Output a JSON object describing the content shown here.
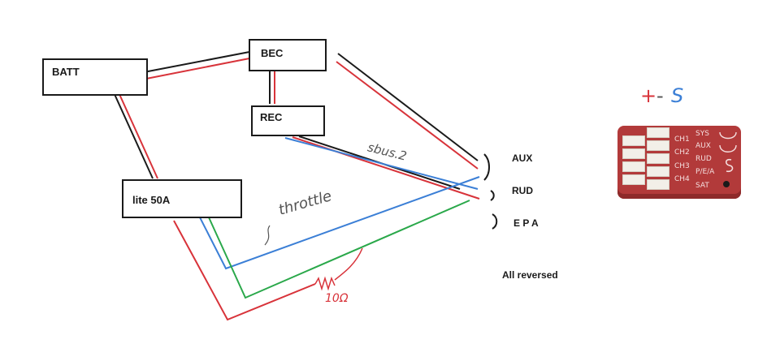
{
  "boxes": {
    "batt": "BATT",
    "bec": "BEC",
    "rec": "REC",
    "esc": "lite 50A"
  },
  "port_labels": {
    "aux": "AUX",
    "rud": "RUD",
    "epa": "E P A"
  },
  "notes": {
    "sbus": "sbus.2",
    "throttle": "throttle",
    "resistor": "10Ω",
    "all_reversed": "All reversed",
    "polarity_plus": "+",
    "polarity_minus": "-",
    "polarity_signal": "S"
  },
  "receiver": {
    "channels": [
      "CH1",
      "CH2",
      "CH3",
      "CH4"
    ],
    "ports": [
      "SYS",
      "AUX",
      "RUD",
      "P/E/A",
      "SAT"
    ]
  },
  "colors": {
    "black_wire": "#1a1a1a",
    "red_wire": "#d8333a",
    "blue_wire": "#3b7fd6",
    "green_wire": "#2aa84a",
    "receiver_body": "#b23a3a"
  }
}
